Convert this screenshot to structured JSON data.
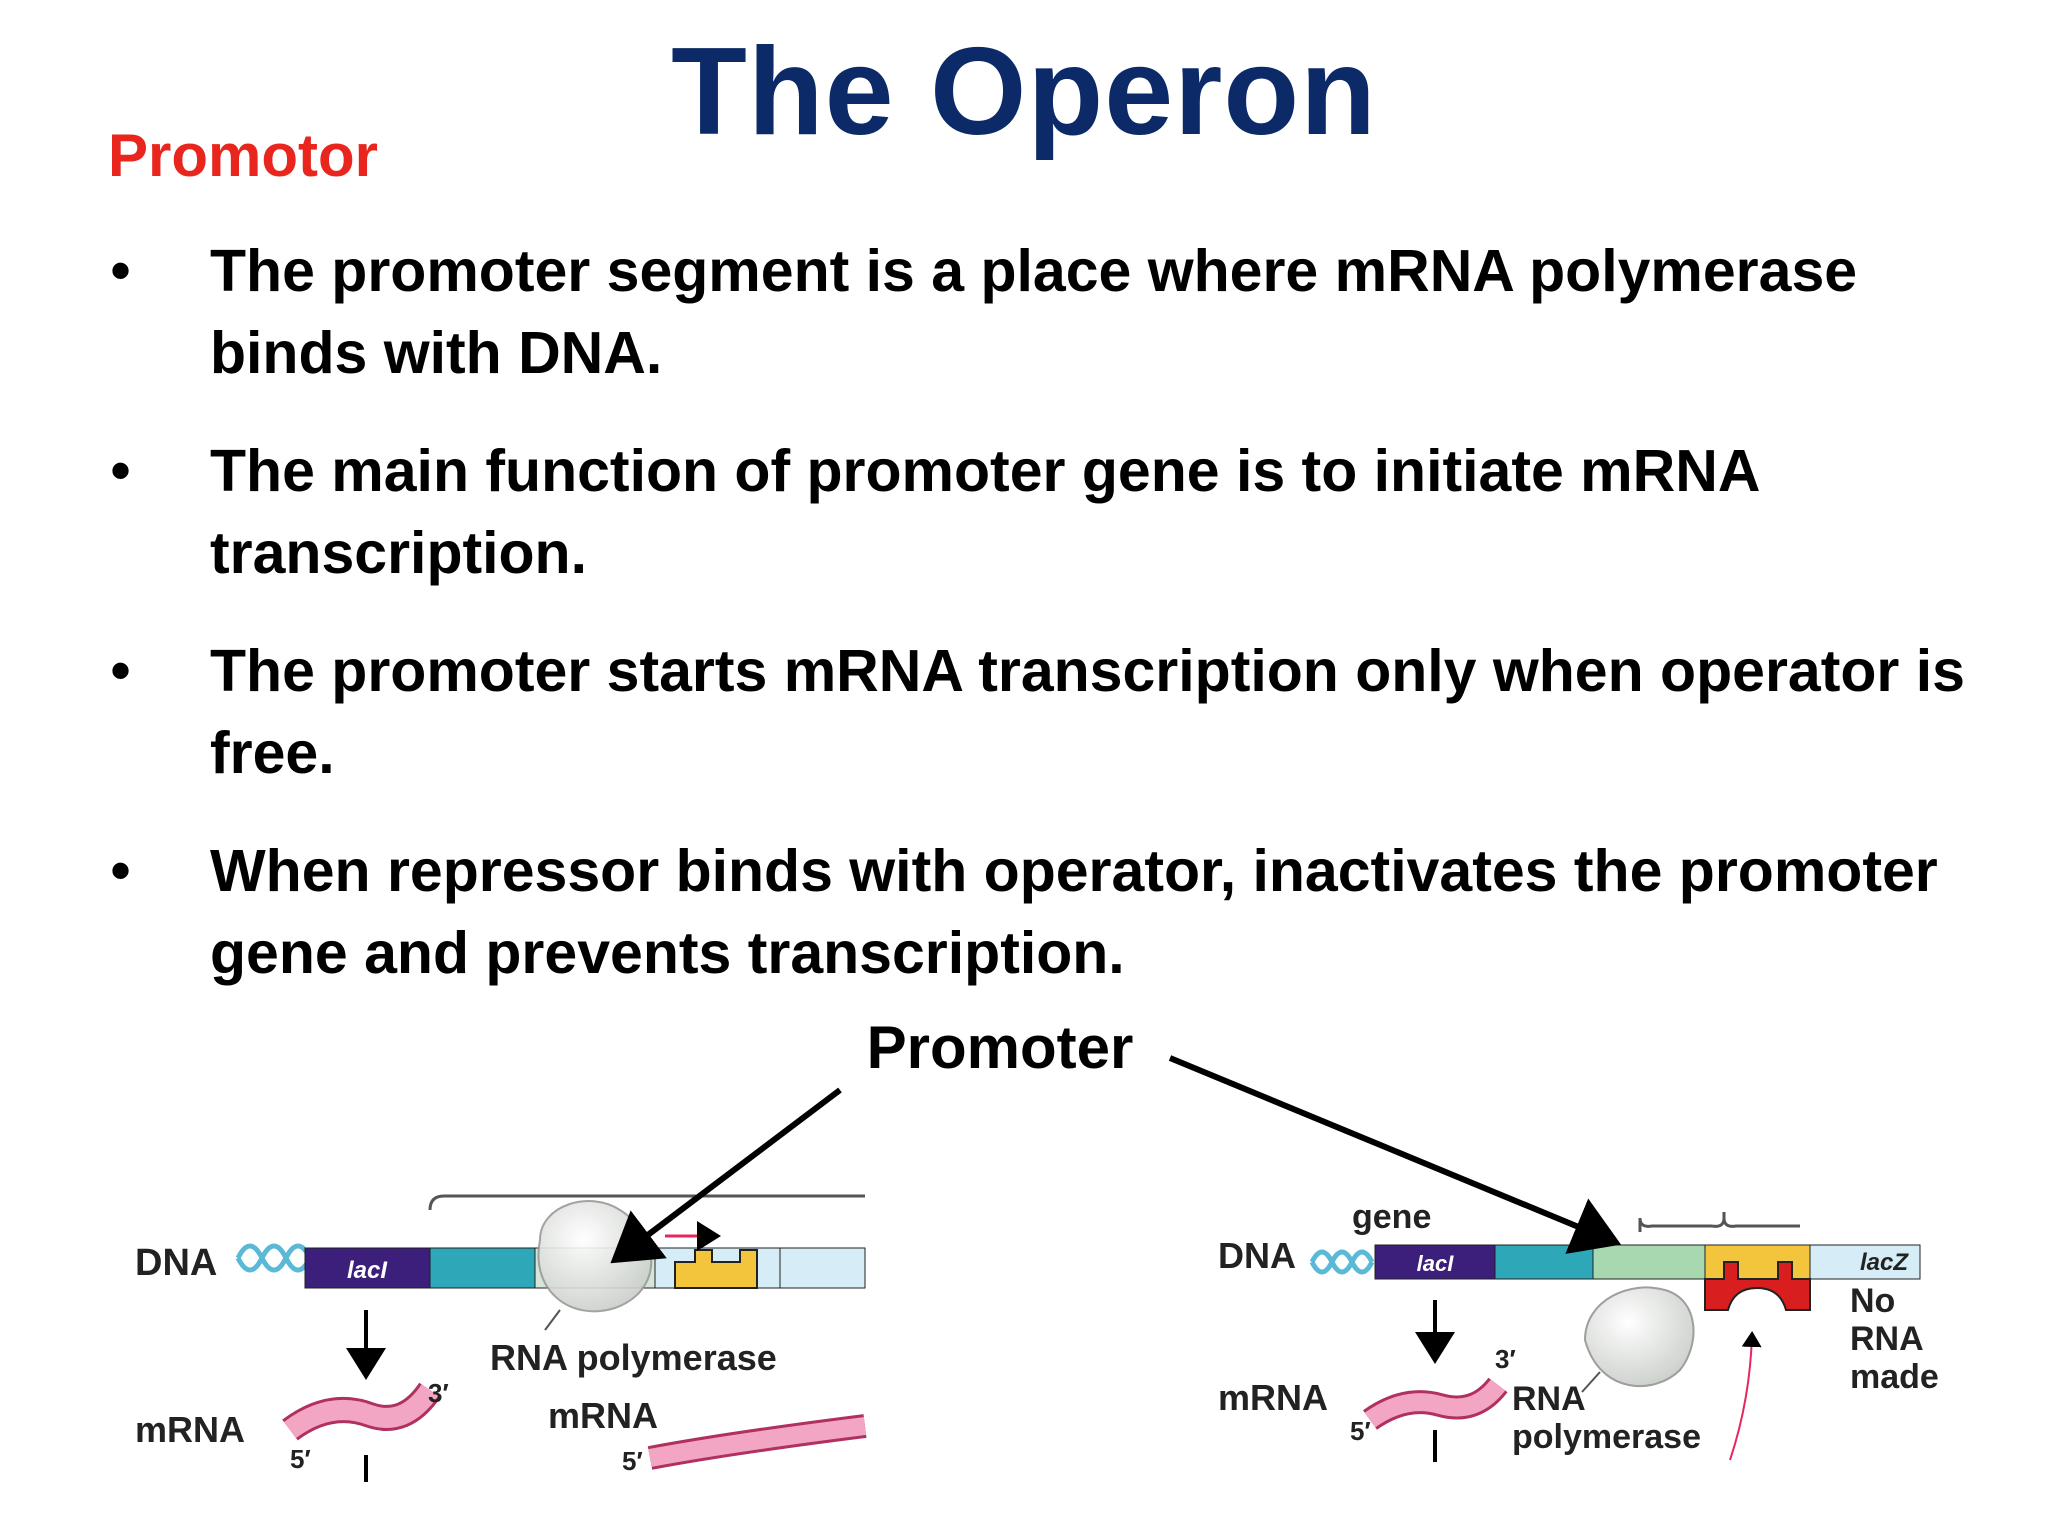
{
  "slide": {
    "title": "The Operon",
    "subtitle": "Promotor",
    "bullets": [
      {
        "marker": "•",
        "text": "The promoter segment is a place where mRNA polymerase binds with DNA."
      },
      {
        "marker": "•",
        "text": "The main function of promoter gene is to initiate mRNA transcription."
      },
      {
        "marker": "•",
        "text": "The promoter starts mRNA transcription only when operator is free."
      },
      {
        "marker": "•",
        "text": "When repressor binds with operator, inactivates the promoter gene and prevents transcription."
      }
    ]
  },
  "diagram": {
    "callout_label": "Promoter",
    "left": {
      "dna_label": "DNA",
      "gene_label": "lacI",
      "polymerase_label": "RNA polymerase",
      "mrna_label_1": "mRNA",
      "mrna_label_2": "mRNA",
      "three_prime": "3′",
      "five_prime_1": "5′",
      "five_prime_2": "5′"
    },
    "right": {
      "gene_top_label": "gene",
      "dna_label": "DNA",
      "gene_label": "lacI",
      "lacz_label": "lacZ",
      "no_rna_line1": "No",
      "no_rna_line2": "RNA",
      "no_rna_line3": "made",
      "mrna_label": "mRNA",
      "three_prime": "3′",
      "five_prime": "5′",
      "polymerase_line1": "RNA",
      "polymerase_line2": "polymerase"
    },
    "colors": {
      "laci": "#3b1f7a",
      "promoter_teal": "#2ea7b8",
      "operator_yellow": "#f2c53d",
      "lacz_light": "#d6ecf7",
      "promoter_green": "#a8d8b0",
      "repressor_red": "#d81e1e",
      "mrna_pink": "#f2a6c3",
      "dna_helix": "#59b9d6"
    }
  }
}
